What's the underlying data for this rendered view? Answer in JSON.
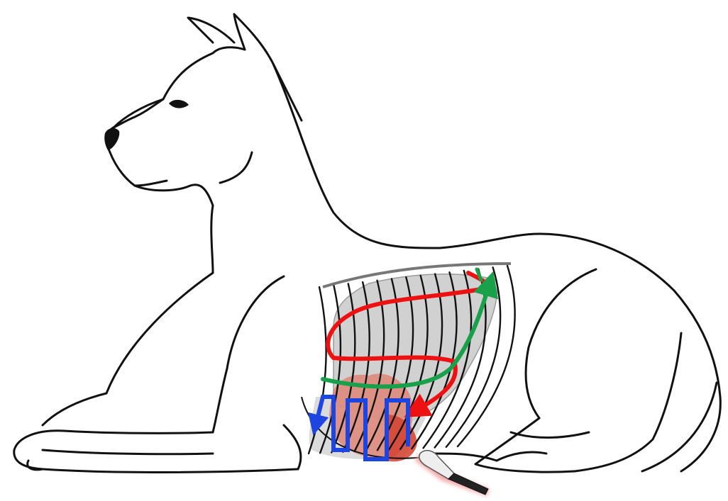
{
  "figure": {
    "subject": "dog-lying-lateral-view",
    "probe_icon": "ultrasound-probe-icon",
    "colors": {
      "outline": "#111111",
      "lung": "#c9c9c9",
      "heart": "#e07b6a",
      "red_path": "#ee1111",
      "green_path": "#18a04a",
      "blue_path": "#1f45e0",
      "probe_glow": "#f4a0a0"
    },
    "scan_paths": [
      {
        "id": "red",
        "color": "#ee1111"
      },
      {
        "id": "green",
        "color": "#18a04a"
      },
      {
        "id": "blue",
        "color": "#1f45e0"
      }
    ]
  }
}
